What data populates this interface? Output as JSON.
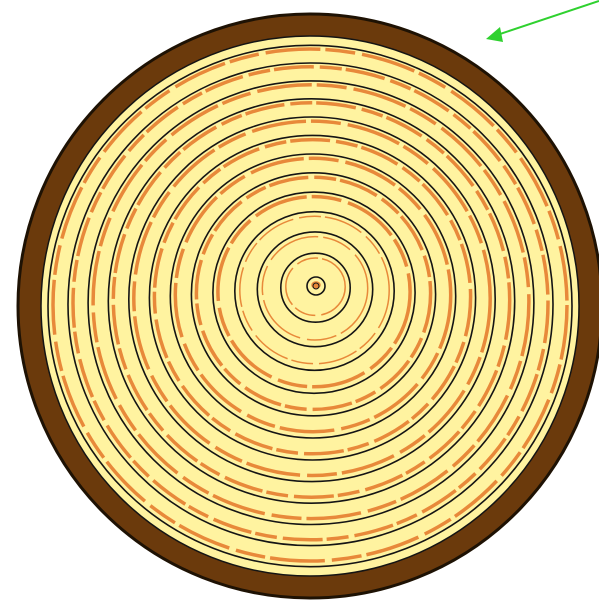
{
  "diagram": {
    "subject": "tree-trunk-cross-section",
    "ring_count": 13,
    "colors": {
      "background": "#ffffff",
      "bark": "#6b3a0c",
      "bark_outline": "#1e1204",
      "wood": "#fff3a0",
      "ring_line": "#141414",
      "ring_band": "#e8893a",
      "arrow": "#2fd12f"
    },
    "arrow": {
      "points_to": "bark"
    }
  }
}
